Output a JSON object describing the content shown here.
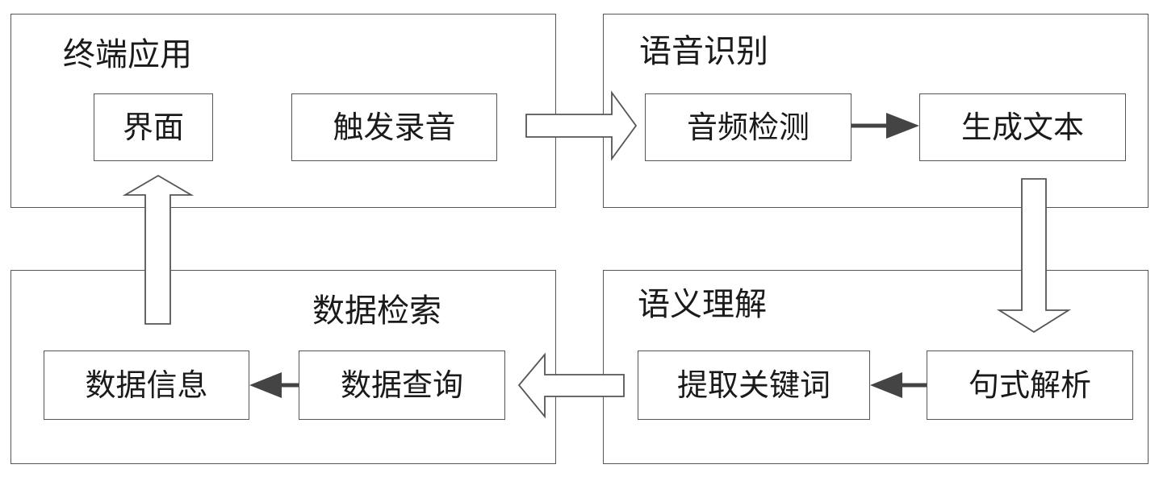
{
  "panels": {
    "terminal": {
      "title": "终端应用",
      "items": {
        "ui": "界面",
        "trigger": "触发录音"
      }
    },
    "speech": {
      "title": "语音识别",
      "items": {
        "audio_detect": "音频检测",
        "gen_text": "生成文本"
      }
    },
    "semantic": {
      "title": "语义理解",
      "items": {
        "sentence_parse": "句式解析",
        "extract_keywords": "提取关键词"
      }
    },
    "retrieval": {
      "title": "数据检索",
      "items": {
        "query": "数据查询",
        "info": "数据信息"
      }
    }
  }
}
